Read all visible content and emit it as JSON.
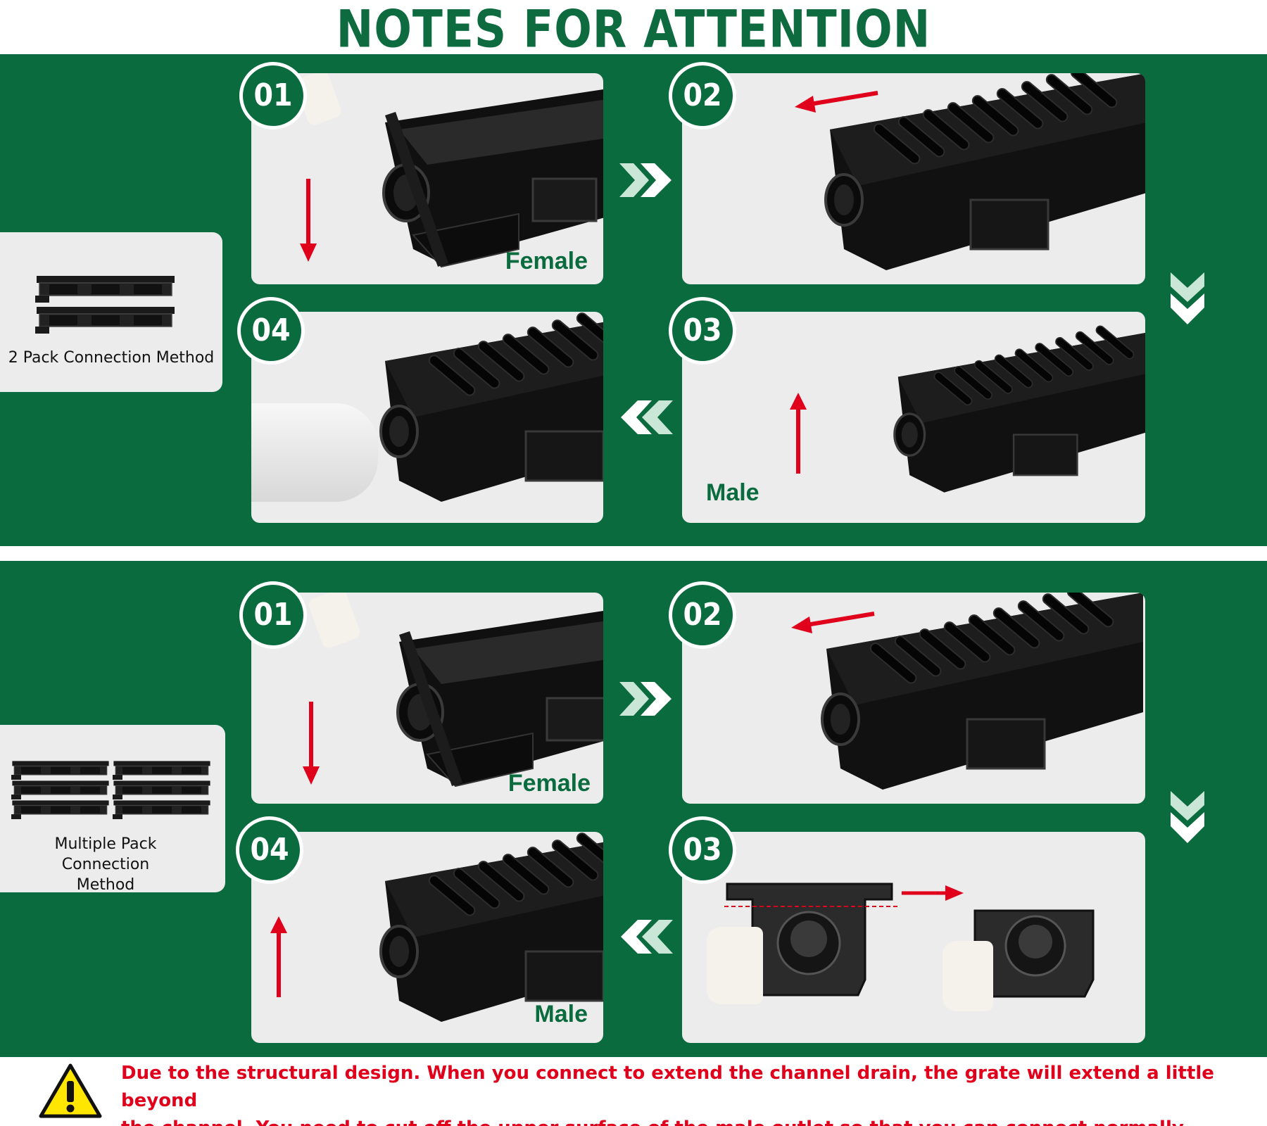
{
  "title": "NOTES FOR ATTENTION",
  "colors": {
    "green": "#0a6b3e",
    "red": "#e0001b",
    "card": "#ececec"
  },
  "sections": [
    {
      "method_label": "2 Pack Connection Method",
      "steps": [
        {
          "num": "01",
          "label": "Female"
        },
        {
          "num": "02",
          "label": ""
        },
        {
          "num": "03",
          "label": "Male"
        },
        {
          "num": "04",
          "label": ""
        }
      ]
    },
    {
      "method_label": "Multiple Pack Connection Method",
      "steps": [
        {
          "num": "01",
          "label": "Female"
        },
        {
          "num": "02",
          "label": ""
        },
        {
          "num": "03",
          "label": ""
        },
        {
          "num": "04",
          "label": "Male"
        }
      ]
    }
  ],
  "note": {
    "icon": "warning-icon",
    "line1": "Due to the structural design. When you connect to extend the channel drain, the grate will extend a little beyond",
    "line2": "the channel. You need to cut off the upper surface of the male outlet so that you can connect normally."
  }
}
